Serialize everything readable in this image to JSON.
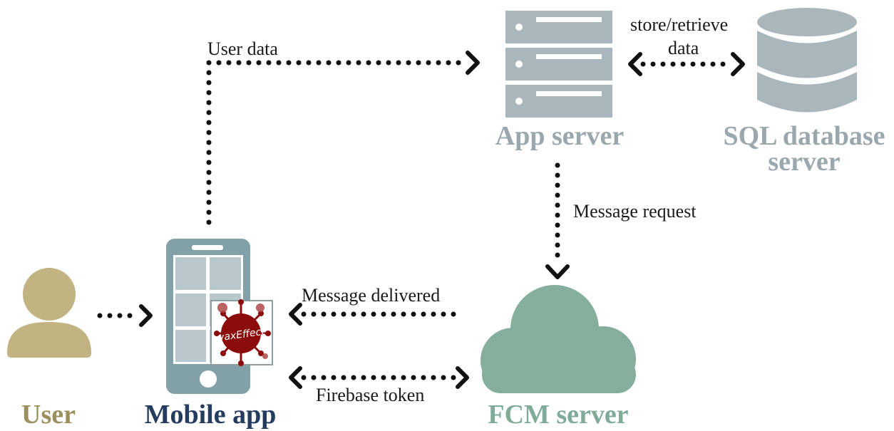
{
  "nodes": {
    "user": {
      "label": "User",
      "color": "#9c8f5e",
      "icon": "user-icon"
    },
    "mobile_app": {
      "label": "Mobile app",
      "color": "#263c5e",
      "icon": "smartphone-icon",
      "logo_text": "vaxEffect"
    },
    "app_server": {
      "label": "App server",
      "color": "#9aa8ae",
      "icon": "server-rack-icon"
    },
    "sql_server": {
      "label_line1": "SQL database",
      "label_line2": "server",
      "color": "#9aa8ae",
      "icon": "database-icon"
    },
    "fcm_server": {
      "label": "FCM server",
      "color": "#80ab98",
      "icon": "cloud-icon"
    }
  },
  "edges": {
    "user_data": "User data",
    "store_retrieve_line1": "store/retrieve",
    "store_retrieve_line2": "data",
    "message_request": "Message request",
    "message_delivered": "Message delivered",
    "firebase_token": "Firebase token"
  },
  "colors": {
    "user_icon": "#c2b383",
    "server_icon": "#a9b6bb",
    "db_icon": "#a9b6bb",
    "cloud_icon": "#86ae9c",
    "phone_body": "#82a0a8",
    "phone_screen_tile": "#b8c8cc",
    "arrow": "#111111",
    "virus": "#8c0c0c"
  }
}
